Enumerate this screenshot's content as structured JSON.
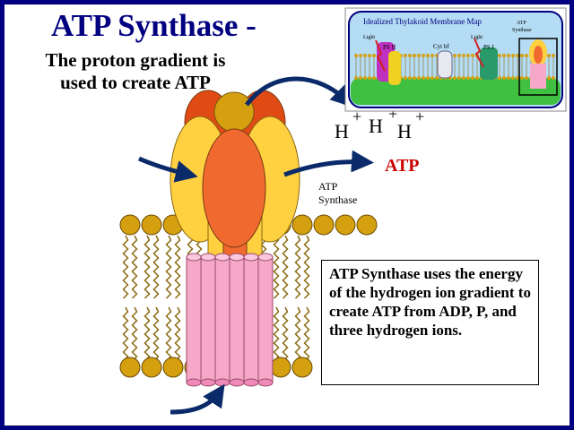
{
  "title": "ATP Synthase -",
  "subtitle": "The proton gradient is used to create ATP",
  "ions": {
    "symbol": "H",
    "charge": "+"
  },
  "atp_label": "ATP",
  "enzyme_label_line1": "ATP",
  "enzyme_label_line2": "Synthase",
  "callout": "ATP Synthase uses the energy of the hydrogen ion gradient to create ATP from ADP, P, and three hydrogen ions.",
  "inset": {
    "title": "Idealized Thylakoid Membrane Map",
    "light_left": "Light",
    "ps2": "PS II",
    "cyt": "Cyt bf",
    "light_right": "Light",
    "ps1": "PS I",
    "atp_syn_line1": "ATP",
    "atp_syn_line2": "Synthase"
  },
  "colors": {
    "background": "#000080",
    "title": "#000080",
    "atp": "#cc0000",
    "arrow": "#0a2a6a",
    "lipid_head": "#d4a010",
    "lipid_tail": "#8a6a10",
    "pink": "#f5a8c8",
    "yellow": "#ffd040",
    "orange": "#f06a30"
  }
}
